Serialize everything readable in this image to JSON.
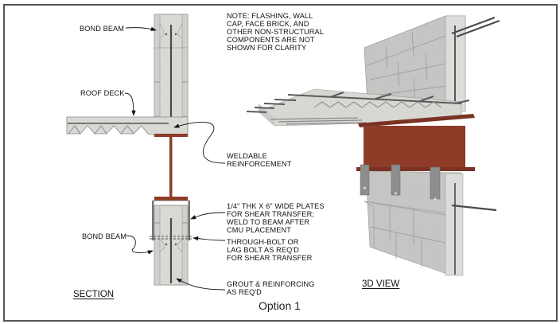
{
  "drawing": {
    "caption": "Option 1",
    "note": "NOTE: FLASHING, WALL\nCAP, FACE BRICK, AND\nOTHER NON-STRUCTURAL\nCOMPONENTS ARE NOT\nSHOWN FOR CLARITY",
    "section": {
      "title": "SECTION",
      "callouts": {
        "bond_beam_top": "BOND BEAM",
        "roof_deck": "ROOF DECK",
        "weldable_reinforcement": "WELDABLE\nREINFORCEMENT",
        "shear_plates": "1/4\" THK x 6\" WIDE PLATES\nFOR SHEAR TRANSFER;\nWELD TO BEAM AFTER\nCMU PLACEMENT",
        "bond_beam_bottom": "BOND BEAM",
        "through_bolt": "THROUGH-BOLT OR\nLAG BOLT AS REQ'D\nFOR SHEAR TRANSFER",
        "grout_reinforcing": "GROUT & REINFORCING\nAS REQ'D"
      }
    },
    "view3d": {
      "title": "3D VIEW"
    },
    "colors": {
      "steel": "#8e3b28",
      "concrete": "#d6d6d2",
      "cmu": "#c4c4c2",
      "rebar": "#4a4a4a",
      "plate": "#8d8d8d"
    }
  }
}
